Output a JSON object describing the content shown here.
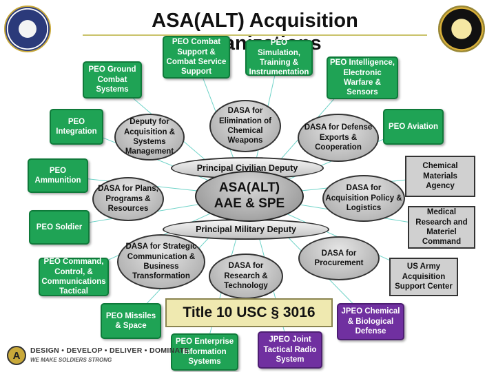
{
  "title": "ASA(ALT) Acquisition Organizations",
  "center": {
    "line1": "ASA(ALT)",
    "line2": "AAE & SPE"
  },
  "deputies": {
    "civilian": "Principal Civilian Deputy",
    "military": "Principal  Military  Deputy"
  },
  "dasa": {
    "dasm": "Deputy for Acquisition & Systems Management",
    "chem_demil": "DASA for Elimination of Chemical Weapons",
    "exports": "DASA for Defense Exports & Cooperation",
    "plans": "DASA for Plans, Programs & Resources",
    "policy": "DASA for Acquisition Policy & Logistics",
    "strategic": "DASA for Strategic Communication & Business Transformation",
    "research": "DASA for Research & Technology",
    "procurement": "DASA for Procurement"
  },
  "peo": {
    "cs_css": "PEO Combat Support & Combat Service Support",
    "stri": "PEO Simulation, Training & Instrumentation",
    "iews": "PEO Intelligence, Electronic Warfare & Sensors",
    "gcs": "PEO Ground Combat Systems",
    "integration": "PEO Integration",
    "aviation": "PEO Aviation",
    "ammunition": "PEO Ammunition",
    "soldier": "PEO Soldier",
    "c3t": "PEO Command, Control, & Communications Tactical",
    "missiles": "PEO Missiles & Space",
    "eis": "PEO Enterprise Information Systems"
  },
  "jpeo": {
    "jtrs": "JPEO Joint Tactical Radio System",
    "cbd": "JPEO  Chemical & Biological Defense"
  },
  "agencies": {
    "cma": "Chemical Materials Agency",
    "mrmc": "Medical Research and Materiel Command",
    "asc": "US Army Acquisition Support Center"
  },
  "statute": "Title 10 USC § 3016",
  "footer": {
    "tagline": "DESIGN • DEVELOP • DELIVER • DOMINATE",
    "subline": "WE MAKE SOLDIERS STRONG"
  },
  "colors": {
    "peo": "#1fa355",
    "jpeo": "#7030a0",
    "agency": "#d0d0d0",
    "line": "#6fd3c8"
  }
}
